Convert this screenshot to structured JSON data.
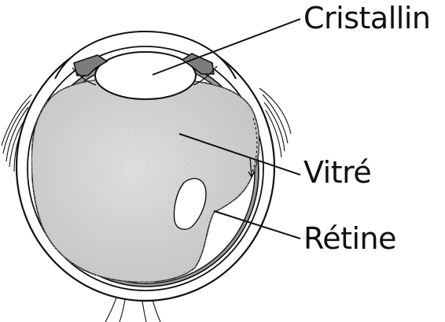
{
  "labels": {
    "lens": "Cristallin",
    "vitreous": "Vitré",
    "retina": "Rétine"
  },
  "colors": {
    "stroke": "#111111",
    "vitreous_fill": "#d8d8d8",
    "detachment_fill": "#ffffff",
    "background": "#ffffff"
  }
}
